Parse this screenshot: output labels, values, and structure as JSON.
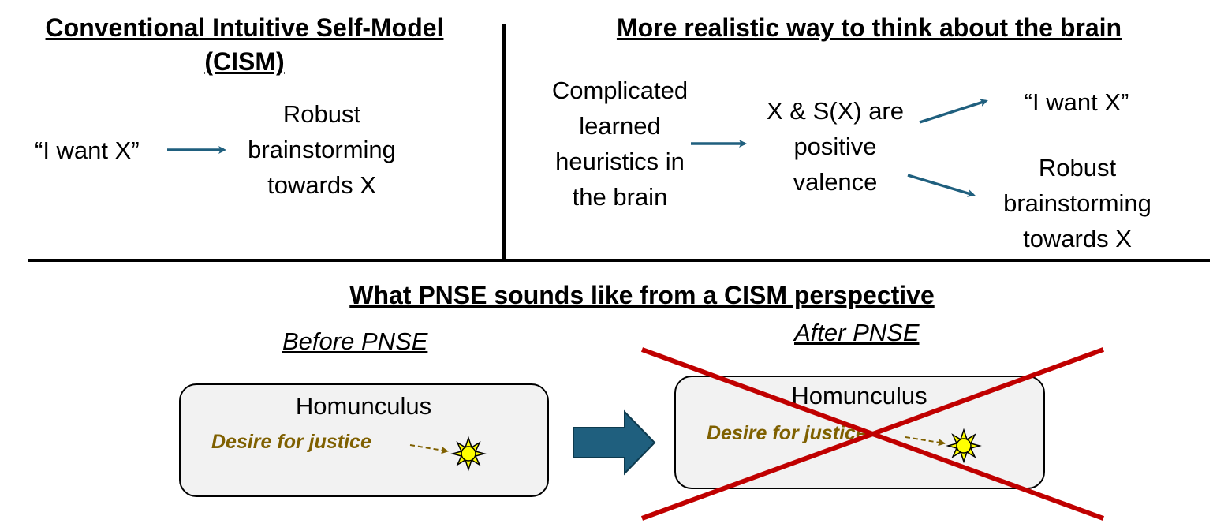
{
  "left_panel": {
    "title_line1": "Conventional Intuitive Self-Model",
    "title_line2": "(CISM)",
    "input_text": "“I want X”",
    "output_lines": [
      "Robust",
      "brainstorming",
      "towards X"
    ]
  },
  "right_panel": {
    "title": "More realistic way to think about the brain",
    "source_lines": [
      "Complicated",
      "learned",
      "heuristics in",
      "the brain"
    ],
    "middle_lines": [
      "X & S(X) are",
      "positive",
      "valence"
    ],
    "output_top": "“I want X”",
    "output_bottom_lines": [
      "Robust",
      "brainstorming",
      "towards X"
    ]
  },
  "bottom": {
    "title": "What PNSE sounds like from a CISM perspective",
    "before_label": "Before PNSE",
    "after_label": "After PNSE",
    "before_box": {
      "title": "Homunculus",
      "desire": "Desire for justice"
    },
    "after_box": {
      "title": "Homunculus",
      "desire": "Desire for justice"
    }
  },
  "colors": {
    "arrow": "#1f5f7e",
    "big_arrow": "#1f5f7e",
    "desire_text": "#7f6000",
    "cross": "#c00000",
    "sun_fill": "#ffff00",
    "box_fill": "#f2f2f2"
  },
  "icons": [
    "sun-icon",
    "right-arrow-icon",
    "cross-out-icon"
  ]
}
